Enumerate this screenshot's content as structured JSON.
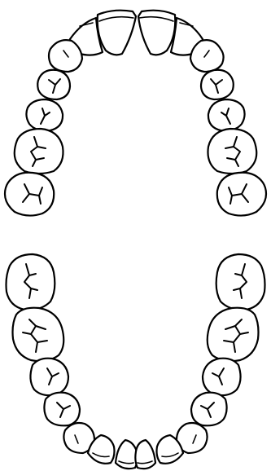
{
  "diagram": {
    "background_color": "#ffffff",
    "line_color": "#000000",
    "arches": [
      {
        "name": "upper",
        "teeth": [
          "right-third-molar",
          "right-second-molar",
          "right-first-molar",
          "right-second-premolar",
          "right-first-premolar",
          "right-canine",
          "right-lateral-incisor",
          "right-central-incisor",
          "left-central-incisor",
          "left-lateral-incisor",
          "left-canine",
          "left-first-premolar",
          "left-second-premolar",
          "left-first-molar",
          "left-second-molar",
          "left-third-molar"
        ]
      },
      {
        "name": "lower",
        "teeth": [
          "right-third-molar",
          "right-second-molar",
          "right-first-molar",
          "right-second-premolar",
          "right-first-premolar",
          "right-canine",
          "right-lateral-incisor",
          "right-central-incisor",
          "left-central-incisor",
          "left-lateral-incisor",
          "left-canine",
          "left-first-premolar",
          "left-second-premolar",
          "left-first-molar",
          "left-second-molar",
          "left-third-molar"
        ]
      }
    ]
  }
}
